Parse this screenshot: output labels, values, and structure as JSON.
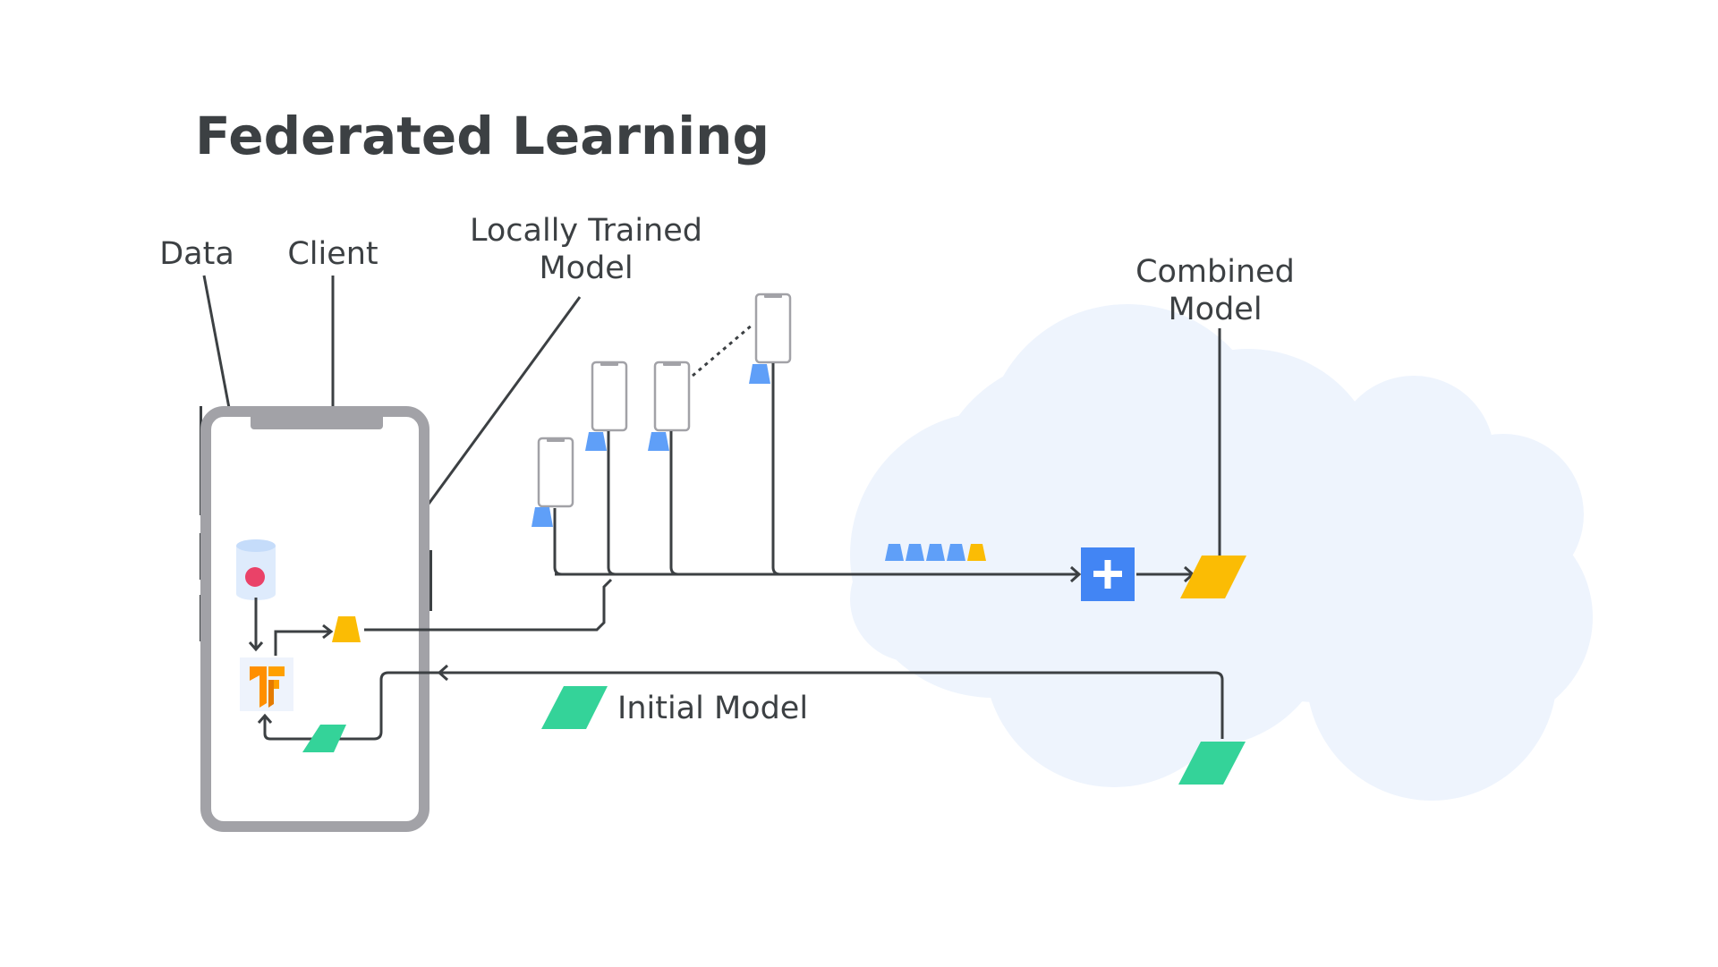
{
  "title": "Federated Learning",
  "labels": {
    "data": "Data",
    "client": "Client",
    "local_model_line1": "Locally Trained",
    "local_model_line2": "Model",
    "combined_model_line1": "Combined",
    "combined_model_line2": "Model",
    "initial_model": "Initial Model"
  },
  "icons": {
    "aggregate": "plus-icon",
    "framework": "tensorflow-logo",
    "database": "database-icon"
  },
  "colors": {
    "text": "#3c4043",
    "cloud": "#eef4fd",
    "phone_frame": "#a2a2a7",
    "local_model": "#fbbc04",
    "client_updates": "#5f9ff8",
    "initial_model": "#34d399",
    "combined_model": "#fbbc04",
    "aggregator": "#4285f4",
    "data_point": "#ea4268",
    "tensorflow": "#ff8f00"
  }
}
